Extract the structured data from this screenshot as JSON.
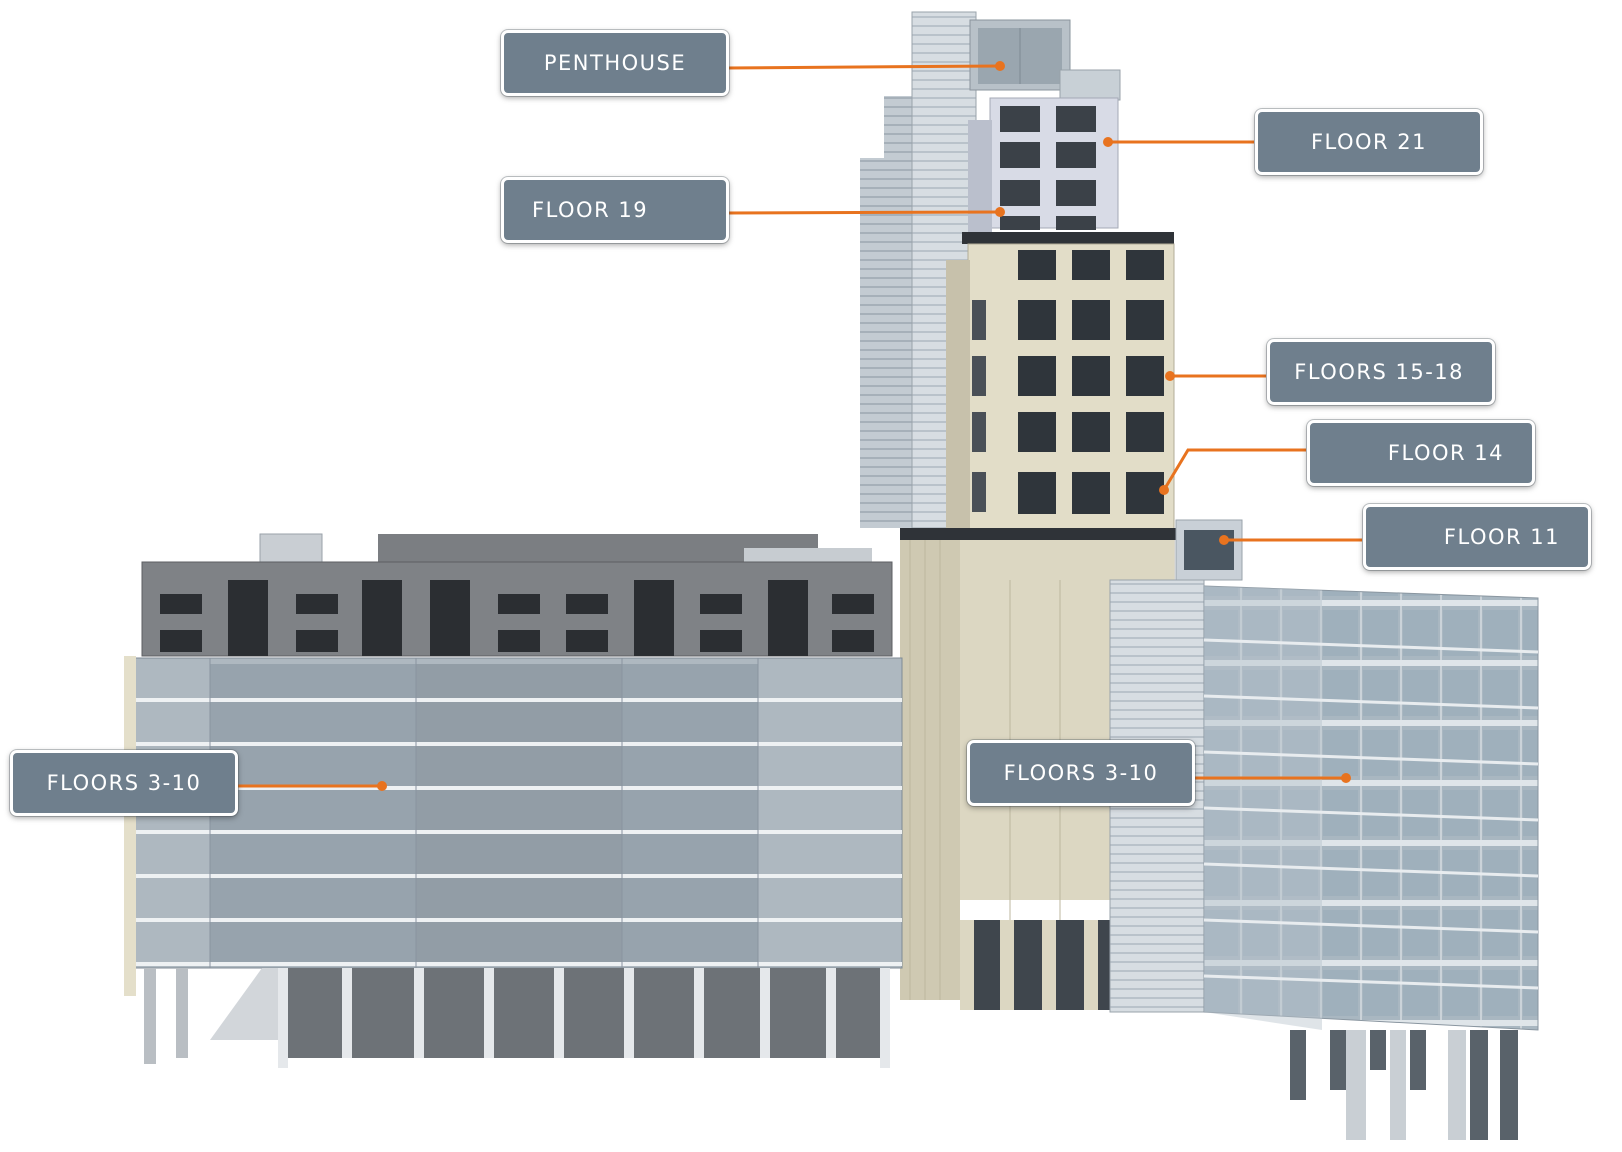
{
  "labels": {
    "penthouse": "PENTHOUSE",
    "floor21": "FLOOR 21",
    "floor19": "FLOOR 19",
    "floors15_18": "FLOORS 15-18",
    "floor14": "FLOOR 14",
    "floor11": "FLOOR 11",
    "floors3_10_left": "FLOORS 3-10",
    "floors3_10_right": "FLOORS 3-10"
  },
  "colors": {
    "callout_line": "#e8731f",
    "label_bg": "#6f7f8d",
    "label_text": "#ffffff"
  }
}
